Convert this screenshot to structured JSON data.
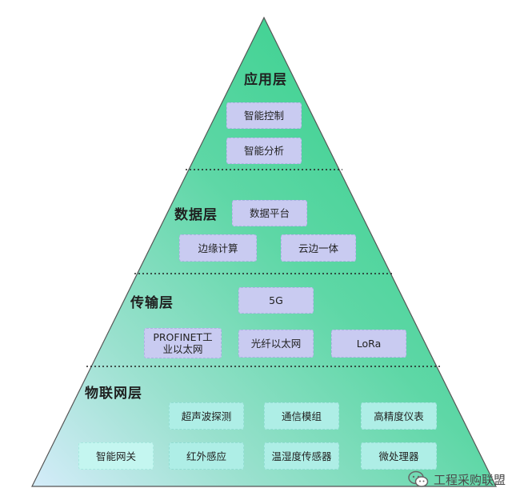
{
  "layers": {
    "application": {
      "title": "应用层",
      "items": [
        "智能控制",
        "智能分析"
      ]
    },
    "data": {
      "title": "数据层",
      "items": [
        "数据平台",
        "边缘计算",
        "云边一体"
      ]
    },
    "transport": {
      "title": "传输层",
      "items": [
        "5G",
        "PROFINET工业以太网",
        "光纤以太网",
        "LoRa"
      ]
    },
    "iot": {
      "title": "物联网层",
      "items": [
        "超声波探测",
        "通信模组",
        "高精度仪表",
        "智能网关",
        "红外感应",
        "温湿度传感器",
        "微处理器"
      ]
    }
  },
  "colors": {
    "top": "#3ccf8c",
    "bottom_left": "#c7e6f7",
    "title_text": "#1f1f1f"
  },
  "icons": {
    "watermark": "wechat-icon"
  },
  "watermark": "工程采购联盟"
}
